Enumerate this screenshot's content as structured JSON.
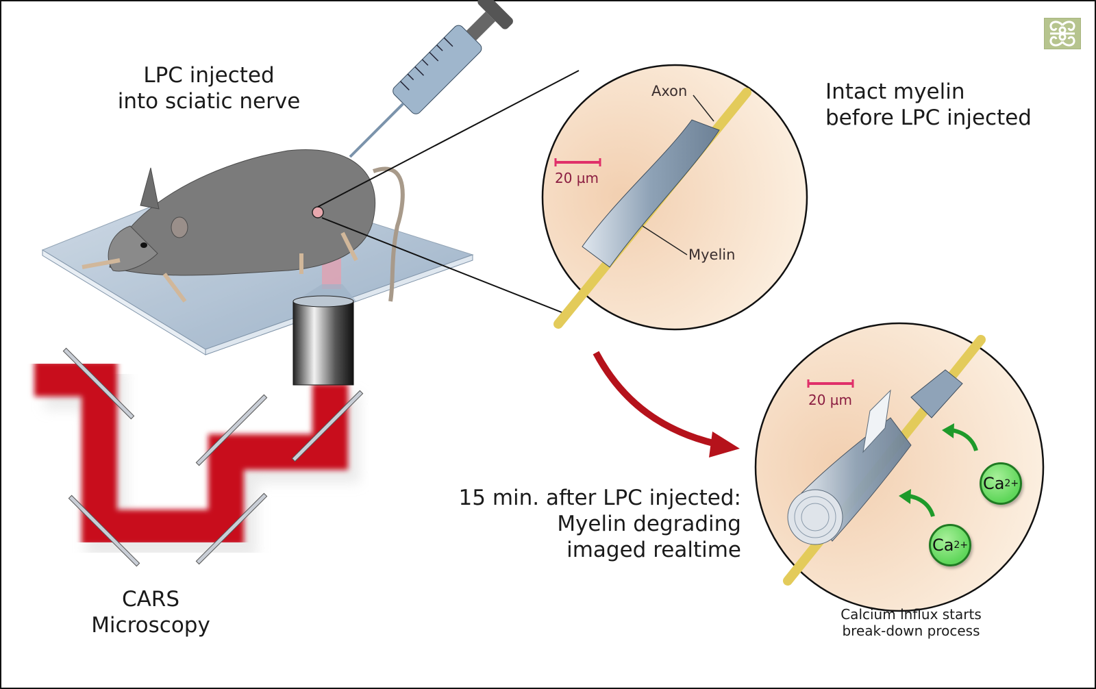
{
  "labels": {
    "lpc_injected": "LPC injected\ninto sciatic nerve",
    "cars": "CARS\nMicroscopy",
    "intact": "Intact myelin\nbefore LPC injected",
    "degrading": "15 min. after LPC injected:\nMyelin degrading\nimaged realtime",
    "calcium": "Calcium influx starts\nbreak-down process",
    "axon": "Axon",
    "myelin": "Myelin",
    "scale_top": "20 µm",
    "scale_bottom": "20 µm",
    "ca_ion": "Ca",
    "ca_charge": "2+"
  },
  "icons": {
    "logo": "ornament-logo-icon"
  },
  "colors": {
    "laser": "#c8101a",
    "scale_bar": "#e0306a",
    "ca_fill": "#6ad866",
    "ca_arrow": "#1e9a2a",
    "logo_bg": "#b6c48e",
    "circle_bg": "#f4d9c0",
    "myelin": "#8fa3b8",
    "axon": "#e8d46a",
    "curved_arrow": "#b5121b"
  }
}
